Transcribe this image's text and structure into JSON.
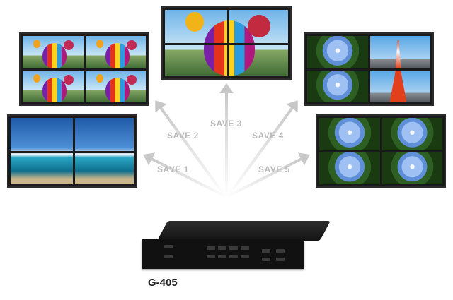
{
  "labels": {
    "save1": "SAVE 1",
    "save2": "SAVE 2",
    "save3": "SAVE 3",
    "save4": "SAVE 4",
    "save5": "SAVE 5"
  },
  "device": {
    "model": "G-405"
  }
}
